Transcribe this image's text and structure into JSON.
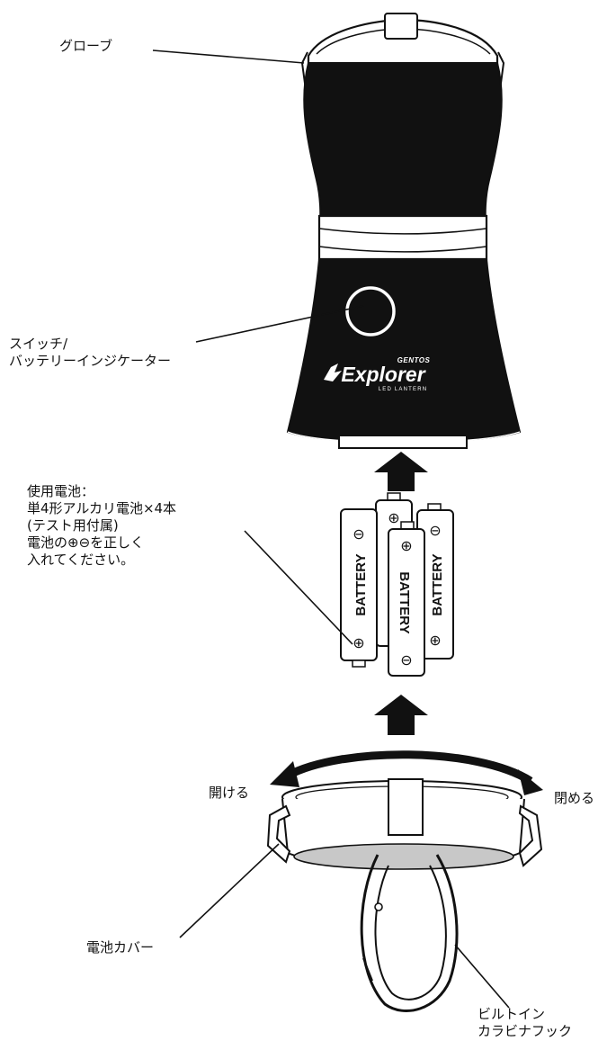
{
  "labels": {
    "globe": "グローブ",
    "switch": [
      "スイッチ/",
      "バッテリーインジケーター"
    ],
    "battery_info": [
      "使用電池：",
      "単4形アルカリ電池×4本",
      "(テスト用付属)",
      "電池の⊕⊖を正しく",
      "入れてください。"
    ],
    "open": "開ける",
    "close": "閉める",
    "battery_cover": "電池カバー",
    "carabiner": [
      "ビルトイン",
      "カラビナフック"
    ]
  },
  "logo": {
    "brand": "GENTOS",
    "product": "Explorer",
    "sub": "LED LANTERN"
  },
  "battery": {
    "label": "BATTERY",
    "plus": "⊕",
    "minus": "⊖"
  },
  "colors": {
    "lantern_body": "#111111",
    "outline": "#111111",
    "background": "#ffffff",
    "base_disc": "#c8c8c8"
  }
}
